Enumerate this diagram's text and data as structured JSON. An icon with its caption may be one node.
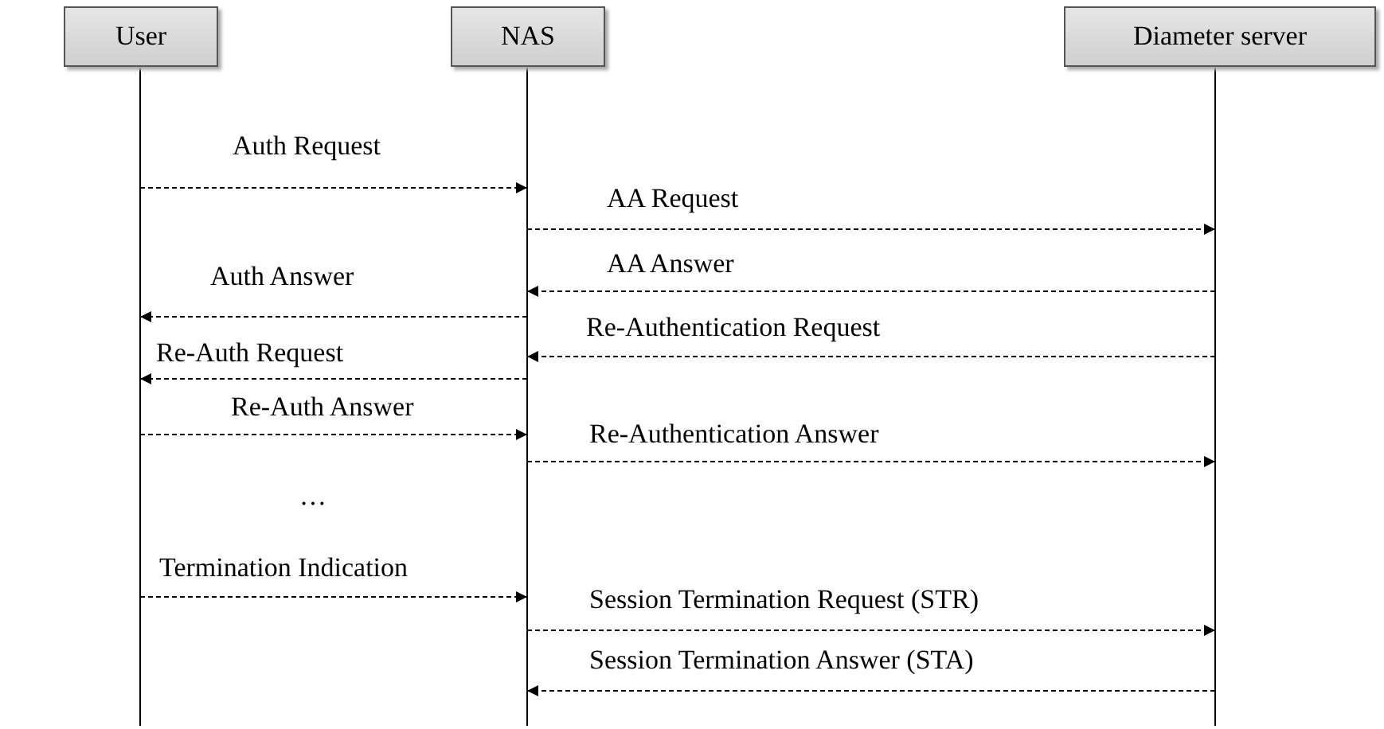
{
  "diagram": {
    "nodes": [
      {
        "text": [
          "User"
        ]
      },
      {
        "text": [
          "NAS"
        ]
      },
      {
        "text": [
          "Diameter server"
        ]
      }
    ],
    "edges": [
      {
        "from": 0,
        "to": 1,
        "arrow": "to",
        "style": "dashed",
        "label": "Auth Request"
      },
      {
        "from": 1,
        "to": 2,
        "arrow": "to",
        "style": "dashed",
        "label": "AA Request"
      },
      {
        "from": 2,
        "to": 1,
        "arrow": "to",
        "style": "dashed",
        "label": "AA Answer"
      },
      {
        "from": 1,
        "to": 0,
        "arrow": "to",
        "style": "dashed",
        "label": "Auth Answer"
      },
      {
        "from": 2,
        "to": 1,
        "arrow": "to",
        "style": "dashed",
        "label": "Re-Authentication Request"
      },
      {
        "from": 1,
        "to": 0,
        "arrow": "to",
        "style": "dashed",
        "label": "Re-Auth Request"
      },
      {
        "from": 0,
        "to": 1,
        "arrow": "to",
        "style": "dashed",
        "label": "Re-Auth Answer"
      },
      {
        "from": 1,
        "to": 2,
        "arrow": "to",
        "style": "dashed",
        "label": "Re-Authentication Answer"
      },
      {
        "from": 0,
        "to": 1,
        "arrow": "to",
        "style": "dashed",
        "label": "Termination Indication"
      },
      {
        "from": 1,
        "to": 2,
        "arrow": "to",
        "style": "dashed",
        "label": "Session Termination Request (STR)"
      },
      {
        "from": 2,
        "to": 1,
        "arrow": "to",
        "style": "dashed",
        "label": "Session Termination Answer (STA)"
      }
    ],
    "labels": [
      "…"
    ]
  }
}
